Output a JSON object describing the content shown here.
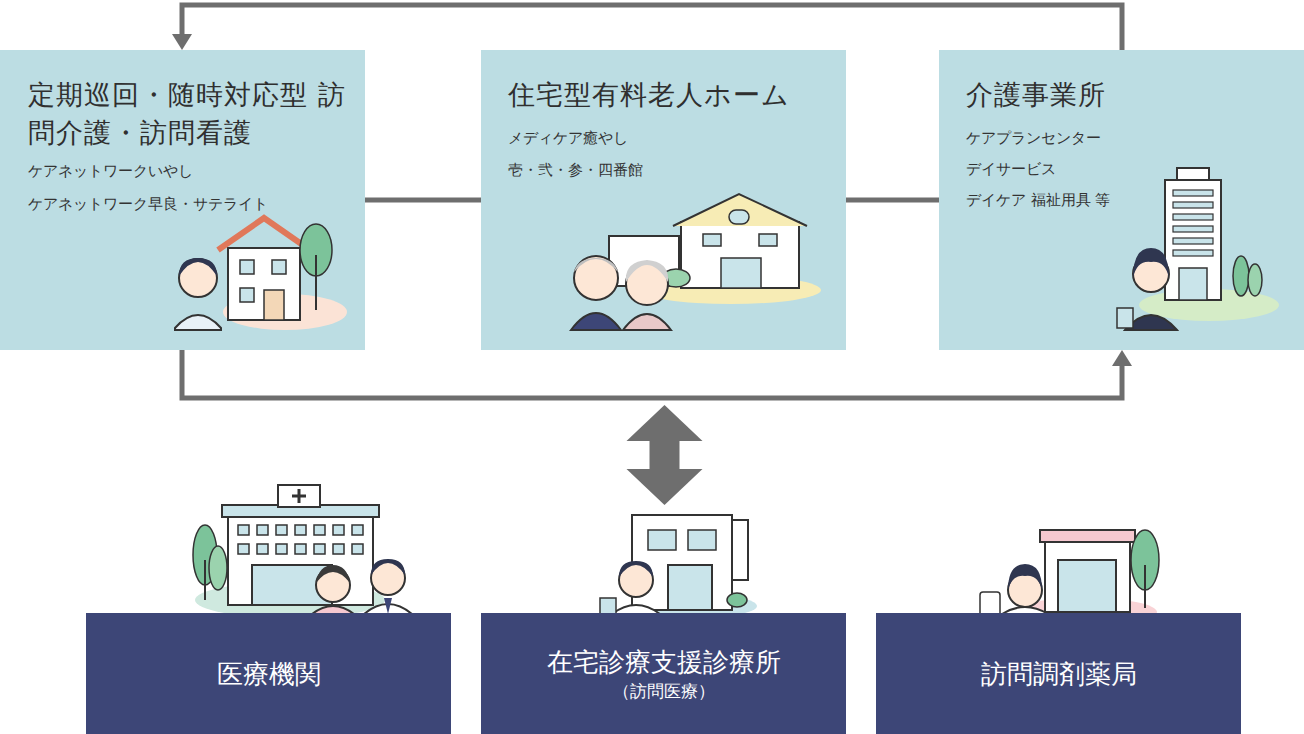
{
  "diagram": {
    "nodes": [
      {
        "text": [
          "定期巡回・随時対応型 訪問介護・訪問看護",
          "ケアネットワークいやし",
          "ケアネットワーク早良・サテライト"
        ]
      },
      {
        "text": [
          "住宅型有料老人ホーム",
          "メディケア癒やし",
          "壱・弐・参・四番館"
        ]
      },
      {
        "text": [
          "介護事業所",
          "ケアプランセンター",
          "デイサービス",
          "デイケア 福祉用具 等"
        ]
      },
      {
        "text": [
          "医療機関"
        ]
      },
      {
        "text": [
          "在宅診療支援診療所",
          "（訪問医療）"
        ]
      },
      {
        "text": [
          "訪問調剤薬局"
        ]
      }
    ],
    "edges": [
      {
        "from": 0,
        "to": 1,
        "arrow": "none"
      },
      {
        "from": 1,
        "to": 2,
        "arrow": "none"
      },
      {
        "from": 2,
        "to": 0,
        "arrow": "to"
      },
      {
        "from": 0,
        "to": 2,
        "arrow": "to"
      },
      {
        "from": 1,
        "to": 4,
        "arrow": "both"
      }
    ]
  }
}
